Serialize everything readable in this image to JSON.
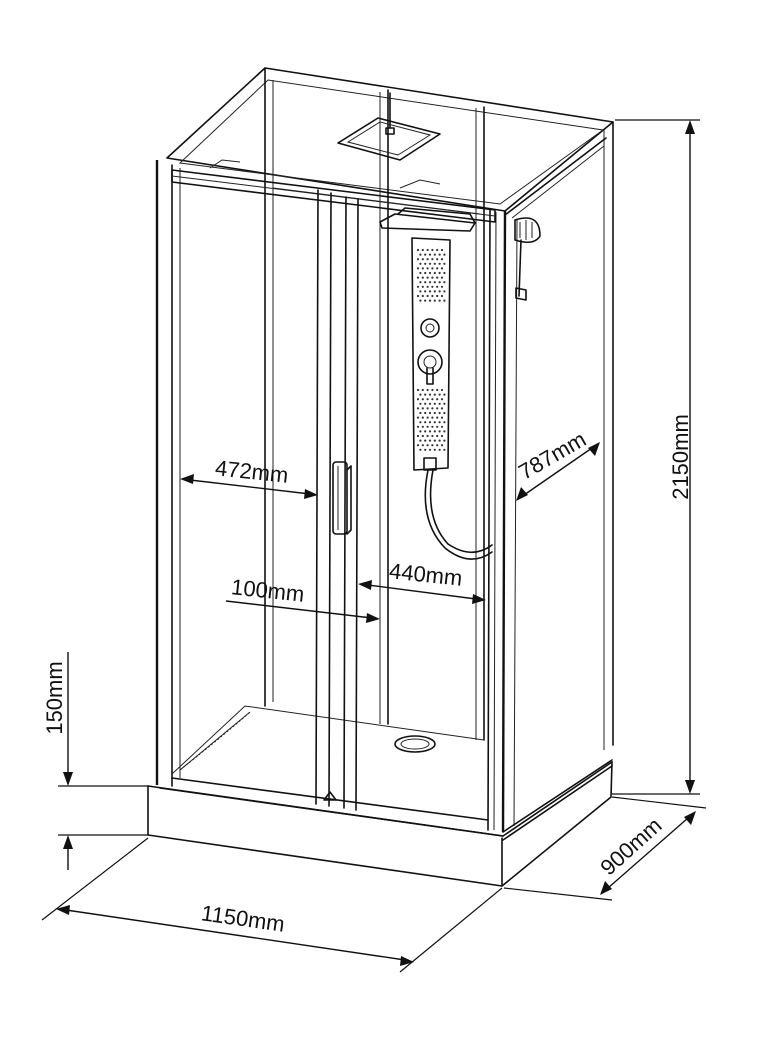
{
  "diagram": {
    "dimensions": {
      "height_total": "2150mm",
      "tray_height": "150mm",
      "width": "1150mm",
      "depth": "900mm",
      "door_width": "472mm",
      "door_gap": "100mm",
      "panel_width": "440mm",
      "side_width": "787mm"
    }
  }
}
